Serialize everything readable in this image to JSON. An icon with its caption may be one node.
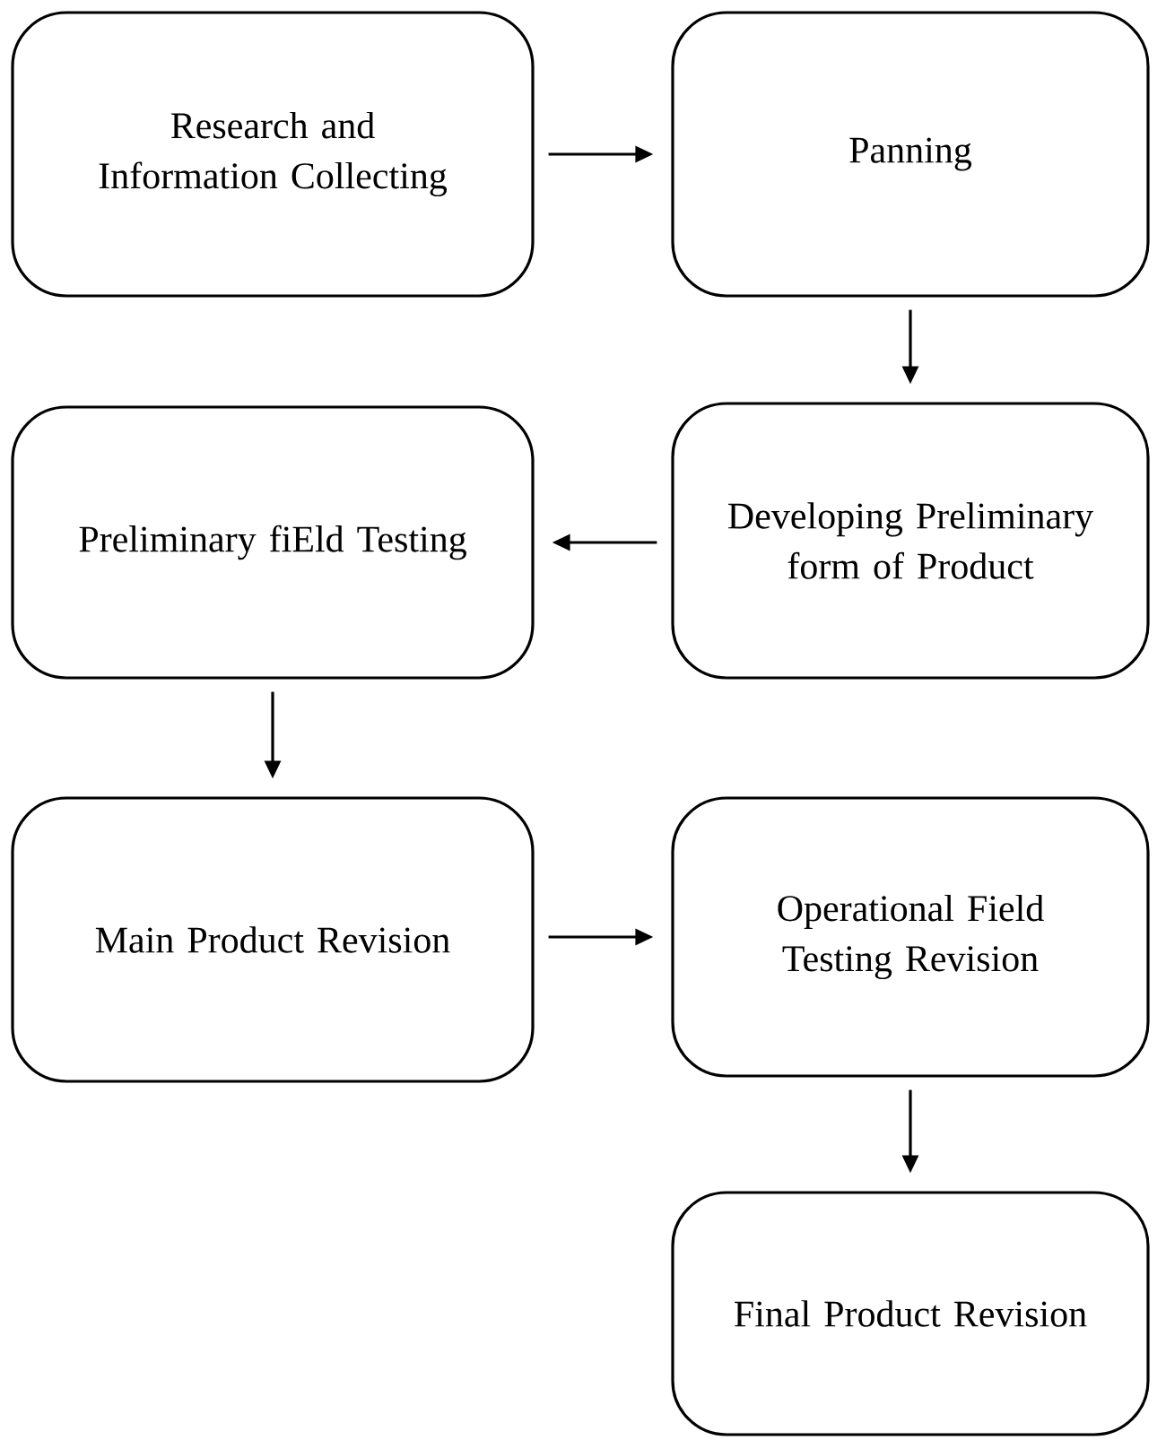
{
  "diagram": {
    "nodes": [
      {
        "text": [
          "Research and Information Collecting"
        ]
      },
      {
        "text": [
          "Panning"
        ]
      },
      {
        "text": [
          "Developing Preliminary form of Product"
        ]
      },
      {
        "text": [
          "Preliminary fiEld Testing"
        ]
      },
      {
        "text": [
          "Main Product Revision"
        ]
      },
      {
        "text": [
          "Operational Field Testing Revision"
        ]
      },
      {
        "text": [
          "Final Product Revision"
        ]
      }
    ],
    "edges": [
      {
        "from": 0,
        "to": 1,
        "arrow": "to"
      },
      {
        "from": 1,
        "to": 2,
        "arrow": "to"
      },
      {
        "from": 2,
        "to": 3,
        "arrow": "to"
      },
      {
        "from": 3,
        "to": 4,
        "arrow": "to"
      },
      {
        "from": 4,
        "to": 5,
        "arrow": "to"
      },
      {
        "from": 5,
        "to": 6,
        "arrow": "to"
      }
    ]
  }
}
